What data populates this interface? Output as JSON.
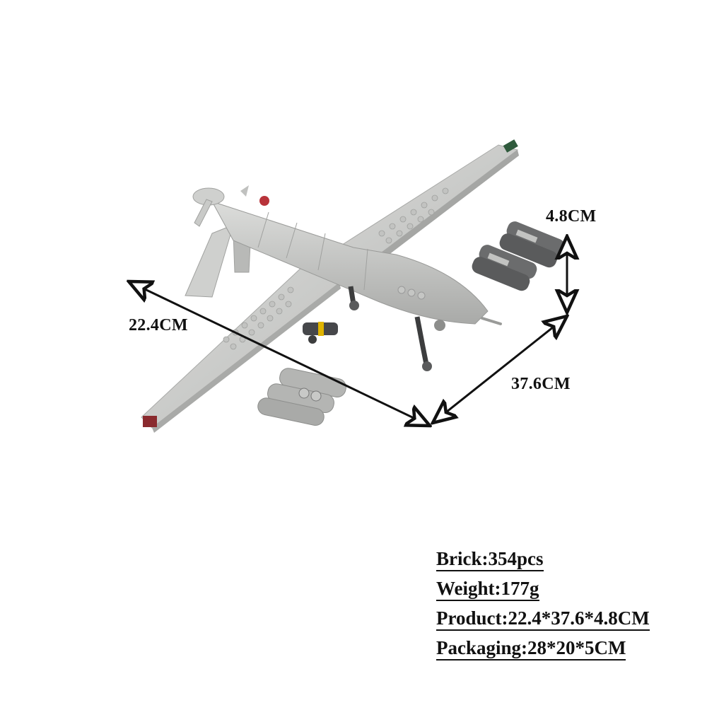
{
  "product": {
    "subject": "Brick-built MQ-1 style military drone model",
    "body_color": "#c9cac8",
    "accent_colors": {
      "red_tip": "#8a2a2e",
      "green_tip": "#2f5a3c",
      "dark_parts": "#4a4b4c",
      "yellow_ring": "#e0b400"
    }
  },
  "dimensions": {
    "width_label": "22.4CM",
    "length_label": "37.6CM",
    "height_label": "4.8CM"
  },
  "specs": [
    {
      "label": "Brick",
      "value": "354pcs",
      "text": "Brick:354pcs"
    },
    {
      "label": "Weight",
      "value": "177g",
      "text": "Weight:177g"
    },
    {
      "label": "Product",
      "value": "22.4*37.6*4.8CM",
      "text": "Product:22.4*37.6*4.8CM"
    },
    {
      "label": "Packaging",
      "value": "28*20*5CM",
      "text": "Packaging:28*20*5CM"
    }
  ]
}
